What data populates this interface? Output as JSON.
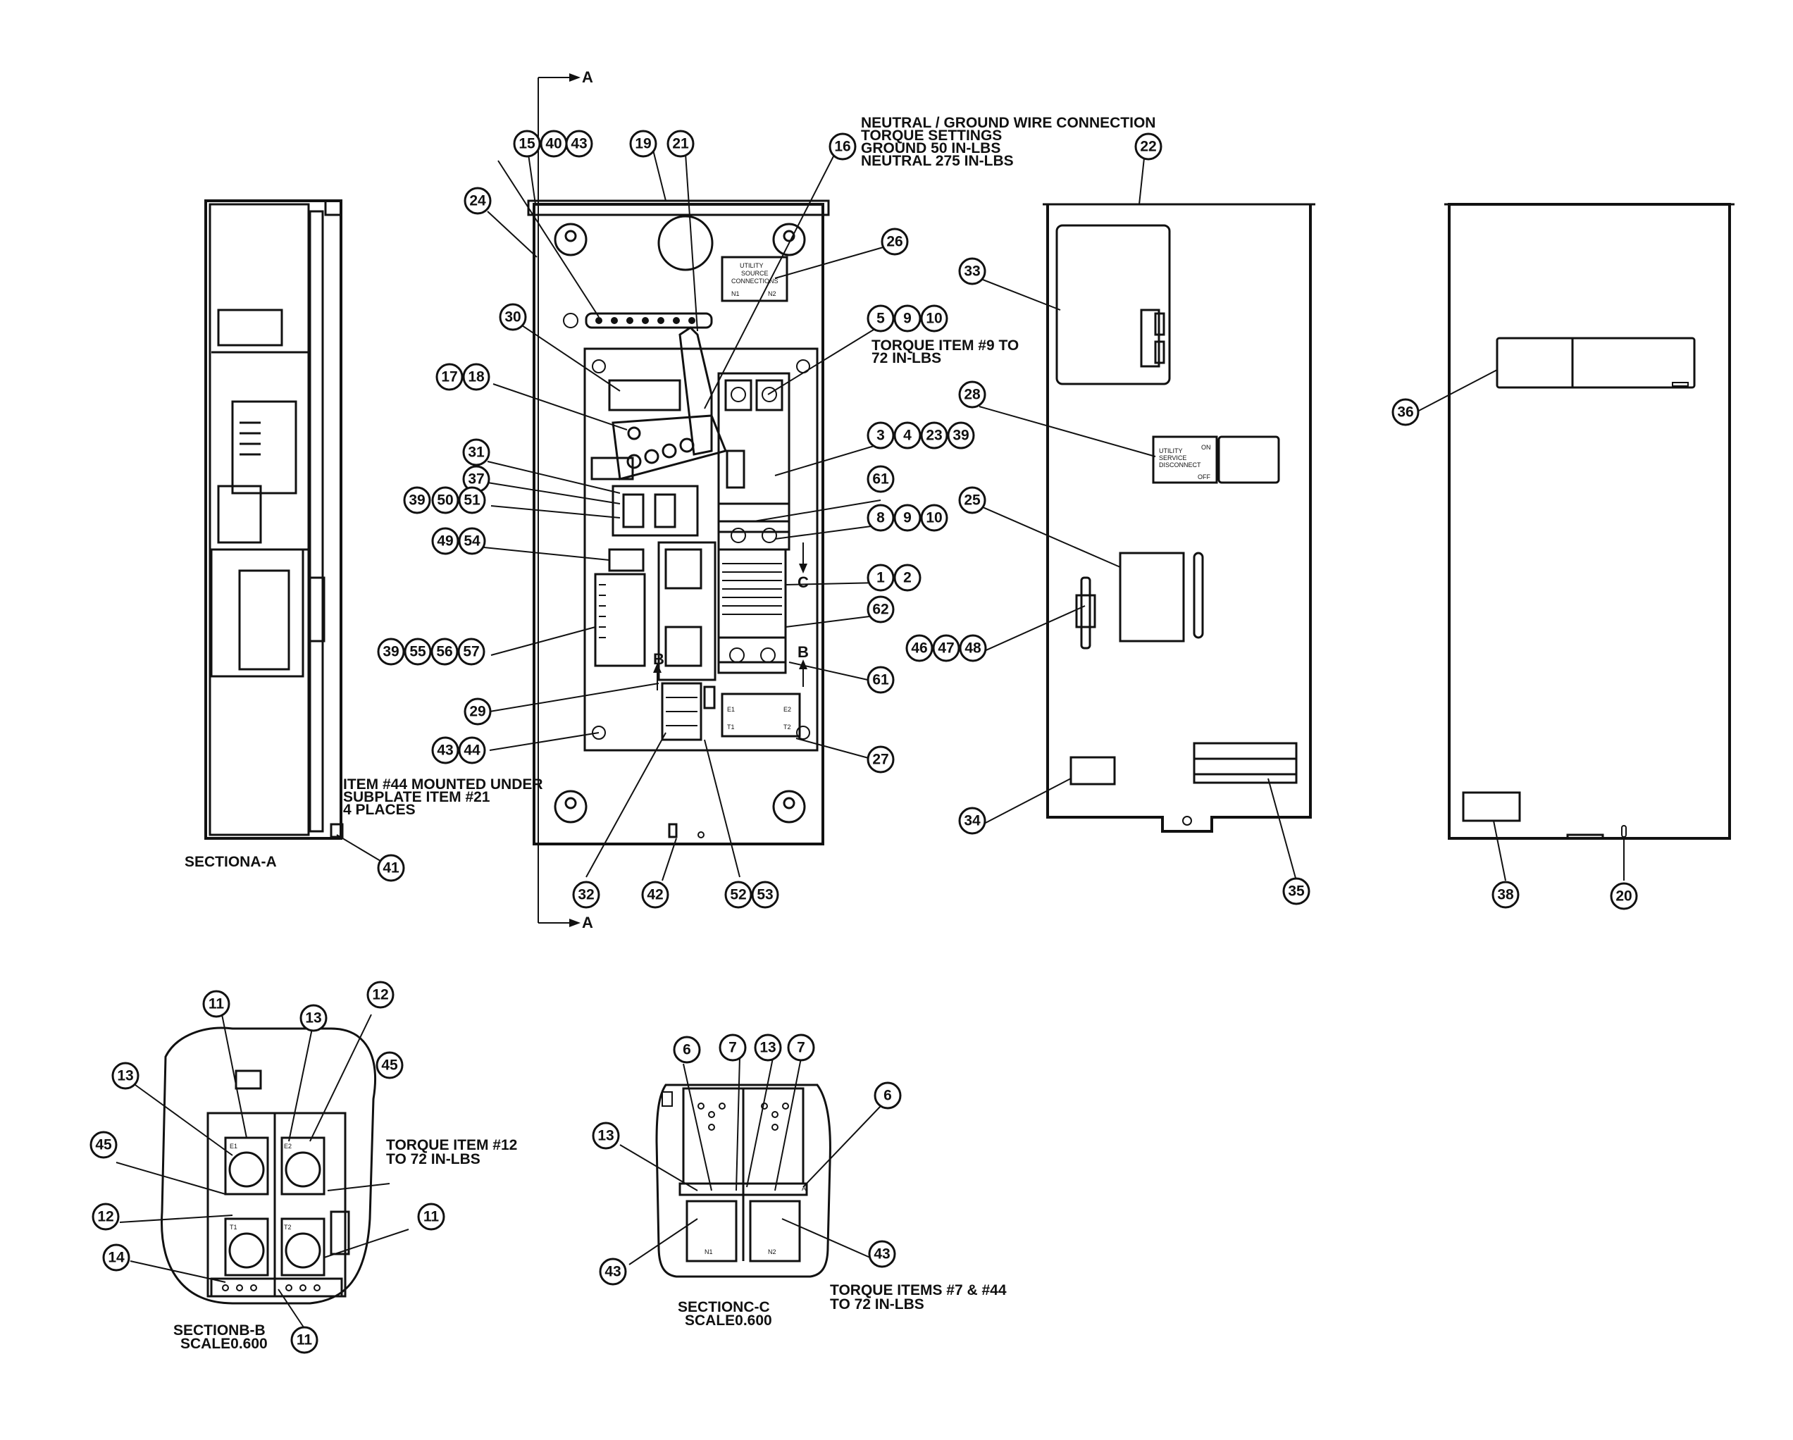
{
  "notes": {
    "neutral_ground": [
      "NEUTRAL / GROUND WIRE CONNECTION",
      "TORQUE SETTINGS",
      "GROUND 50 IN-LBS",
      "NEUTRAL 275 IN-LBS"
    ],
    "torque_item9": [
      "TORQUE ITEM #9 TO",
      "72 IN-LBS"
    ],
    "item44": [
      "ITEM #44 MOUNTED UNDER",
      "SUBPLATE ITEM #21",
      "4 PLACES"
    ],
    "torque_item12": [
      "TORQUE ITEM #12",
      "TO 72 IN-LBS"
    ],
    "torque_items7_44": [
      "TORQUE ITEMS #7  & #44",
      "TO 72 IN-LBS"
    ]
  },
  "section_titles": {
    "aa": "SECTIONA-A",
    "bb": [
      "SECTIONB-B",
      "SCALE0.600"
    ],
    "cc": [
      "SECTIONC-C",
      "SCALE0.600"
    ]
  },
  "markers": {
    "A": "A",
    "B": "B",
    "C": "C",
    "E1": "E1",
    "E2": "E2",
    "T1": "T1",
    "T2": "T2",
    "N1": "N1",
    "N2": "N2",
    "ON": "ON",
    "OFF": "OFF",
    "label_utility": "UTILITY",
    "label_source": "SOURCE",
    "label_service": "SERVICE",
    "label_disconnect": "DISCONNECT",
    "label_connections": "CONNECTIONS"
  },
  "bubbles": [
    {
      "id": "b15",
      "label": "15"
    },
    {
      "id": "b40",
      "label": "40"
    },
    {
      "id": "b43a",
      "label": "43"
    },
    {
      "id": "b19",
      "label": "19"
    },
    {
      "id": "b21",
      "label": "21"
    },
    {
      "id": "b16",
      "label": "16"
    },
    {
      "id": "b22",
      "label": "22"
    },
    {
      "id": "b24",
      "label": "24"
    },
    {
      "id": "b26",
      "label": "26"
    },
    {
      "id": "b33",
      "label": "33"
    },
    {
      "id": "b30",
      "label": "30"
    },
    {
      "id": "b5",
      "label": "5"
    },
    {
      "id": "b9a",
      "label": "9"
    },
    {
      "id": "b10a",
      "label": "10"
    },
    {
      "id": "b17",
      "label": "17"
    },
    {
      "id": "b18",
      "label": "18"
    },
    {
      "id": "b28",
      "label": "28"
    },
    {
      "id": "b36",
      "label": "36"
    },
    {
      "id": "b3",
      "label": "3"
    },
    {
      "id": "b4",
      "label": "4"
    },
    {
      "id": "b23",
      "label": "23"
    },
    {
      "id": "b39a",
      "label": "39"
    },
    {
      "id": "b31",
      "label": "31"
    },
    {
      "id": "b37",
      "label": "37"
    },
    {
      "id": "b61a",
      "label": "61"
    },
    {
      "id": "b39b",
      "label": "39"
    },
    {
      "id": "b50",
      "label": "50"
    },
    {
      "id": "b51",
      "label": "51"
    },
    {
      "id": "b25",
      "label": "25"
    },
    {
      "id": "b8",
      "label": "8"
    },
    {
      "id": "b9b",
      "label": "9"
    },
    {
      "id": "b10b",
      "label": "10"
    },
    {
      "id": "b49",
      "label": "49"
    },
    {
      "id": "b54",
      "label": "54"
    },
    {
      "id": "b1",
      "label": "1"
    },
    {
      "id": "b2",
      "label": "2"
    },
    {
      "id": "b62",
      "label": "62"
    },
    {
      "id": "b39c",
      "label": "39"
    },
    {
      "id": "b55",
      "label": "55"
    },
    {
      "id": "b56",
      "label": "56"
    },
    {
      "id": "b57",
      "label": "57"
    },
    {
      "id": "b46",
      "label": "46"
    },
    {
      "id": "b47",
      "label": "47"
    },
    {
      "id": "b48",
      "label": "48"
    },
    {
      "id": "b29",
      "label": "29"
    },
    {
      "id": "b61b",
      "label": "61"
    },
    {
      "id": "b43b",
      "label": "43"
    },
    {
      "id": "b44",
      "label": "44"
    },
    {
      "id": "b27",
      "label": "27"
    },
    {
      "id": "b34",
      "label": "34"
    },
    {
      "id": "b41",
      "label": "41"
    },
    {
      "id": "b32",
      "label": "32"
    },
    {
      "id": "b42",
      "label": "42"
    },
    {
      "id": "b52",
      "label": "52"
    },
    {
      "id": "b53",
      "label": "53"
    },
    {
      "id": "b35",
      "label": "35"
    },
    {
      "id": "b38",
      "label": "38"
    },
    {
      "id": "b20",
      "label": "20"
    },
    {
      "id": "b11a",
      "label": "11"
    },
    {
      "id": "b12a",
      "label": "12"
    },
    {
      "id": "b13a",
      "label": "13"
    },
    {
      "id": "b13b",
      "label": "13"
    },
    {
      "id": "b45a",
      "label": "45"
    },
    {
      "id": "b45b",
      "label": "45"
    },
    {
      "id": "b12b",
      "label": "12"
    },
    {
      "id": "b11b",
      "label": "11"
    },
    {
      "id": "b14",
      "label": "14"
    },
    {
      "id": "b11c",
      "label": "11"
    },
    {
      "id": "b6a",
      "label": "6"
    },
    {
      "id": "b7a",
      "label": "7"
    },
    {
      "id": "b13c",
      "label": "13"
    },
    {
      "id": "b7b",
      "label": "7"
    },
    {
      "id": "b6b",
      "label": "6"
    },
    {
      "id": "b13d",
      "label": "13"
    },
    {
      "id": "b43c",
      "label": "43"
    },
    {
      "id": "b43d",
      "label": "43"
    }
  ]
}
